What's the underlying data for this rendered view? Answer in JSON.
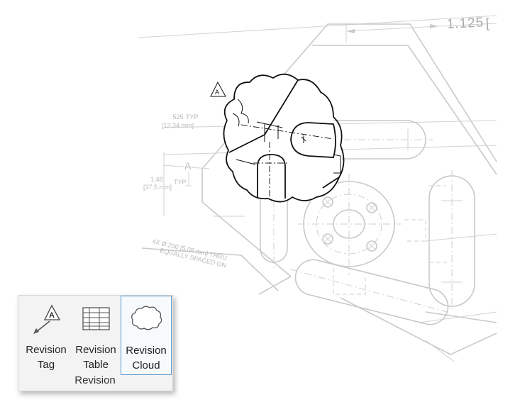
{
  "drawing": {
    "dimension_main": "1.125",
    "dim_left_value": ".525",
    "dim_left_suffix": "TYP",
    "dim_left_metric": "[13.34 mm]",
    "dim_vert_value": "1.48",
    "dim_vert_metric": "[37.5 mm]",
    "dim_vert_suffix": "TYP",
    "datum_letter": "A",
    "revision_tag_letter": "A",
    "hole_note_line1": "4X Ø.200 [5.08 mm] THRU",
    "hole_note_line2": "EQUALLY SPACED ON"
  },
  "ribbon": {
    "panel_label": "Revision",
    "buttons": [
      {
        "line1": "Revision",
        "line2": "Tag",
        "icon": "revision-tag-icon",
        "selected": false,
        "tag_letter": "A"
      },
      {
        "line1": "Revision",
        "line2": "Table",
        "icon": "revision-table-icon",
        "selected": false
      },
      {
        "line1": "Revision",
        "line2": "Cloud",
        "icon": "revision-cloud-icon",
        "selected": true
      }
    ]
  },
  "colors": {
    "selection_border": "#5a98cf",
    "panel_background": "#f3f3f3",
    "drawing_faint": "#c9c9c9",
    "markup_dark": "#111111"
  }
}
